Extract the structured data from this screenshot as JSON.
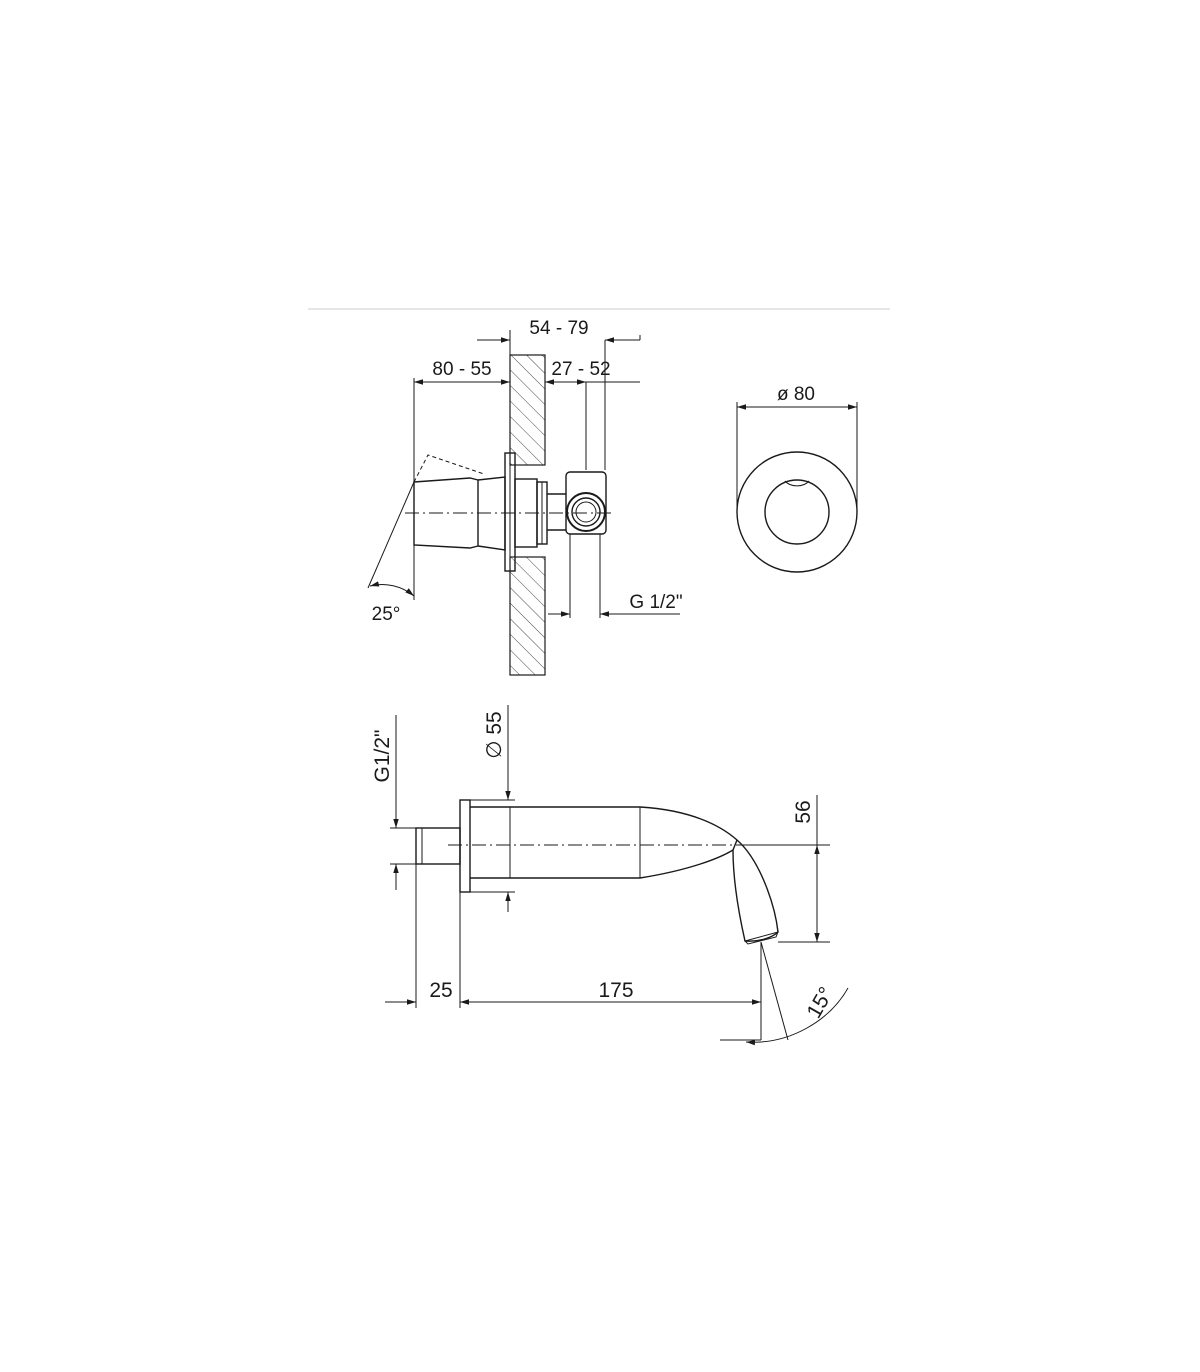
{
  "top_view": {
    "dim_wall_range": "54 - 79",
    "dim_handle_range": "80 - 55",
    "dim_body_range": "27 - 52",
    "dim_thread": "G 1/2\"",
    "angle": "25°"
  },
  "front_view": {
    "diameter": "ø 80"
  },
  "spout_view": {
    "thread": "G1/2\"",
    "flange_diameter": "∅ 55",
    "height": "56",
    "inlet_length": "25",
    "projection": "175",
    "angle": "15°"
  },
  "colors": {
    "line": "#1a1a1a",
    "background": "#ffffff",
    "separator": "#e6e6e6"
  }
}
